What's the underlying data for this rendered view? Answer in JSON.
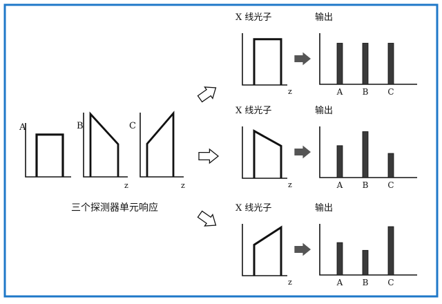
{
  "caption": "三个探测器单元响应",
  "colors": {
    "frame": "#1f78c8",
    "line": "#111111",
    "bar": "#3a3a3a",
    "arrow": "#555555"
  },
  "detector_panels": [
    {
      "label": "A",
      "shape": [
        [
          0,
          0
        ],
        [
          0,
          0.9
        ],
        [
          1,
          0.9
        ],
        [
          1,
          0
        ]
      ],
      "z_label": ""
    },
    {
      "label": "B",
      "shape": [
        [
          0,
          0
        ],
        [
          0,
          1
        ],
        [
          1,
          0.52
        ],
        [
          1,
          0
        ]
      ],
      "z_label": "z"
    },
    {
      "label": "C",
      "shape": [
        [
          0,
          0
        ],
        [
          0,
          0.52
        ],
        [
          1,
          1
        ],
        [
          1,
          0
        ]
      ],
      "z_label": "z"
    }
  ],
  "cases": [
    {
      "photon_label": "X 线光子",
      "photon_shape": [
        [
          0,
          0
        ],
        [
          0,
          0.92
        ],
        [
          1,
          0.92
        ],
        [
          1,
          0
        ]
      ],
      "z_label": "z",
      "output_label": "输出",
      "categories": [
        "A",
        "B",
        "C"
      ],
      "values": [
        0.85,
        0.85,
        0.85
      ]
    },
    {
      "photon_label": "X 线光子",
      "photon_shape": [
        [
          0,
          0
        ],
        [
          0,
          0.95
        ],
        [
          1,
          0.65
        ],
        [
          1,
          0
        ]
      ],
      "z_label": "z",
      "output_label": "输出",
      "categories": [
        "A",
        "B",
        "C"
      ],
      "values": [
        0.66,
        0.95,
        0.5
      ]
    },
    {
      "photon_label": "X 线光子",
      "photon_shape": [
        [
          0,
          0
        ],
        [
          0,
          0.62
        ],
        [
          1,
          0.97
        ],
        [
          1,
          0
        ]
      ],
      "z_label": "z",
      "output_label": "输出",
      "categories": [
        "A",
        "B",
        "C"
      ],
      "values": [
        0.67,
        0.51,
        1.0
      ]
    }
  ]
}
